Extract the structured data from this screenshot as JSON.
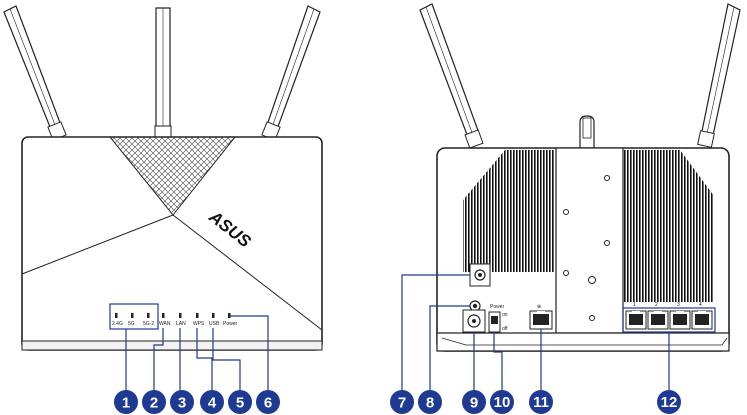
{
  "brand": {
    "logo_text": "ASUS"
  },
  "front_panel": {
    "led_labels": [
      "2.4G",
      "5G",
      "5G-2",
      "WAN",
      "LAN",
      "WPS",
      "USB",
      "Power"
    ]
  },
  "rear_panel": {
    "power_label": "Power",
    "switch_on": "on",
    "switch_off": "off",
    "lan_port_numbers": [
      "1",
      "2",
      "3",
      "4"
    ]
  },
  "callouts": [
    {
      "num": "1"
    },
    {
      "num": "2"
    },
    {
      "num": "3"
    },
    {
      "num": "4"
    },
    {
      "num": "5"
    },
    {
      "num": "6"
    },
    {
      "num": "7"
    },
    {
      "num": "8"
    },
    {
      "num": "9"
    },
    {
      "num": "10"
    },
    {
      "num": "11"
    },
    {
      "num": "12"
    }
  ],
  "colors": {
    "callout_fill": "#1f3a93",
    "leader_line": "#1f3a93",
    "device_outline": "#222222"
  }
}
